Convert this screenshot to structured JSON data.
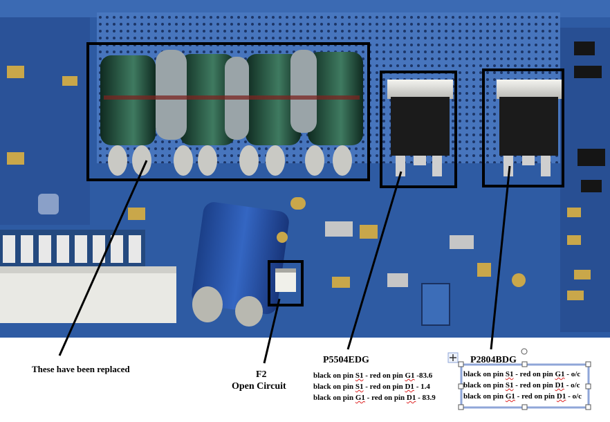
{
  "annotations": {
    "replaced": {
      "text": "These have been replaced"
    },
    "fuse": {
      "name": "F2",
      "status": "Open Circuit"
    },
    "mosfet1": {
      "part": "P5504EDG",
      "readings": [
        [
          "black on pin ",
          "S1",
          " - red on pin ",
          "G1",
          " -83.6"
        ],
        [
          "black on pin ",
          "S1",
          " - red on pin ",
          "D1",
          " - 1.4"
        ],
        [
          "black on pin ",
          "G1",
          " - red on pin ",
          "D1",
          " - 83.9"
        ]
      ]
    },
    "mosfet2": {
      "part": "P2804BDG",
      "readings": [
        [
          "black on pin ",
          "S1",
          " - red on pin ",
          "G1",
          " - o/c"
        ],
        [
          "black on pin ",
          "S1",
          " - red on pin ",
          "D1",
          " - o/c"
        ],
        [
          "black on pin ",
          "G1",
          " - red on pin ",
          "D1",
          " - o/c"
        ]
      ]
    }
  },
  "colors": {
    "pcb": "#2d5aa0",
    "pcb_dark": "#1f3f78",
    "capacitor": "#1f4a3a",
    "frame": "#000000",
    "selection": "#8fa6d8"
  }
}
